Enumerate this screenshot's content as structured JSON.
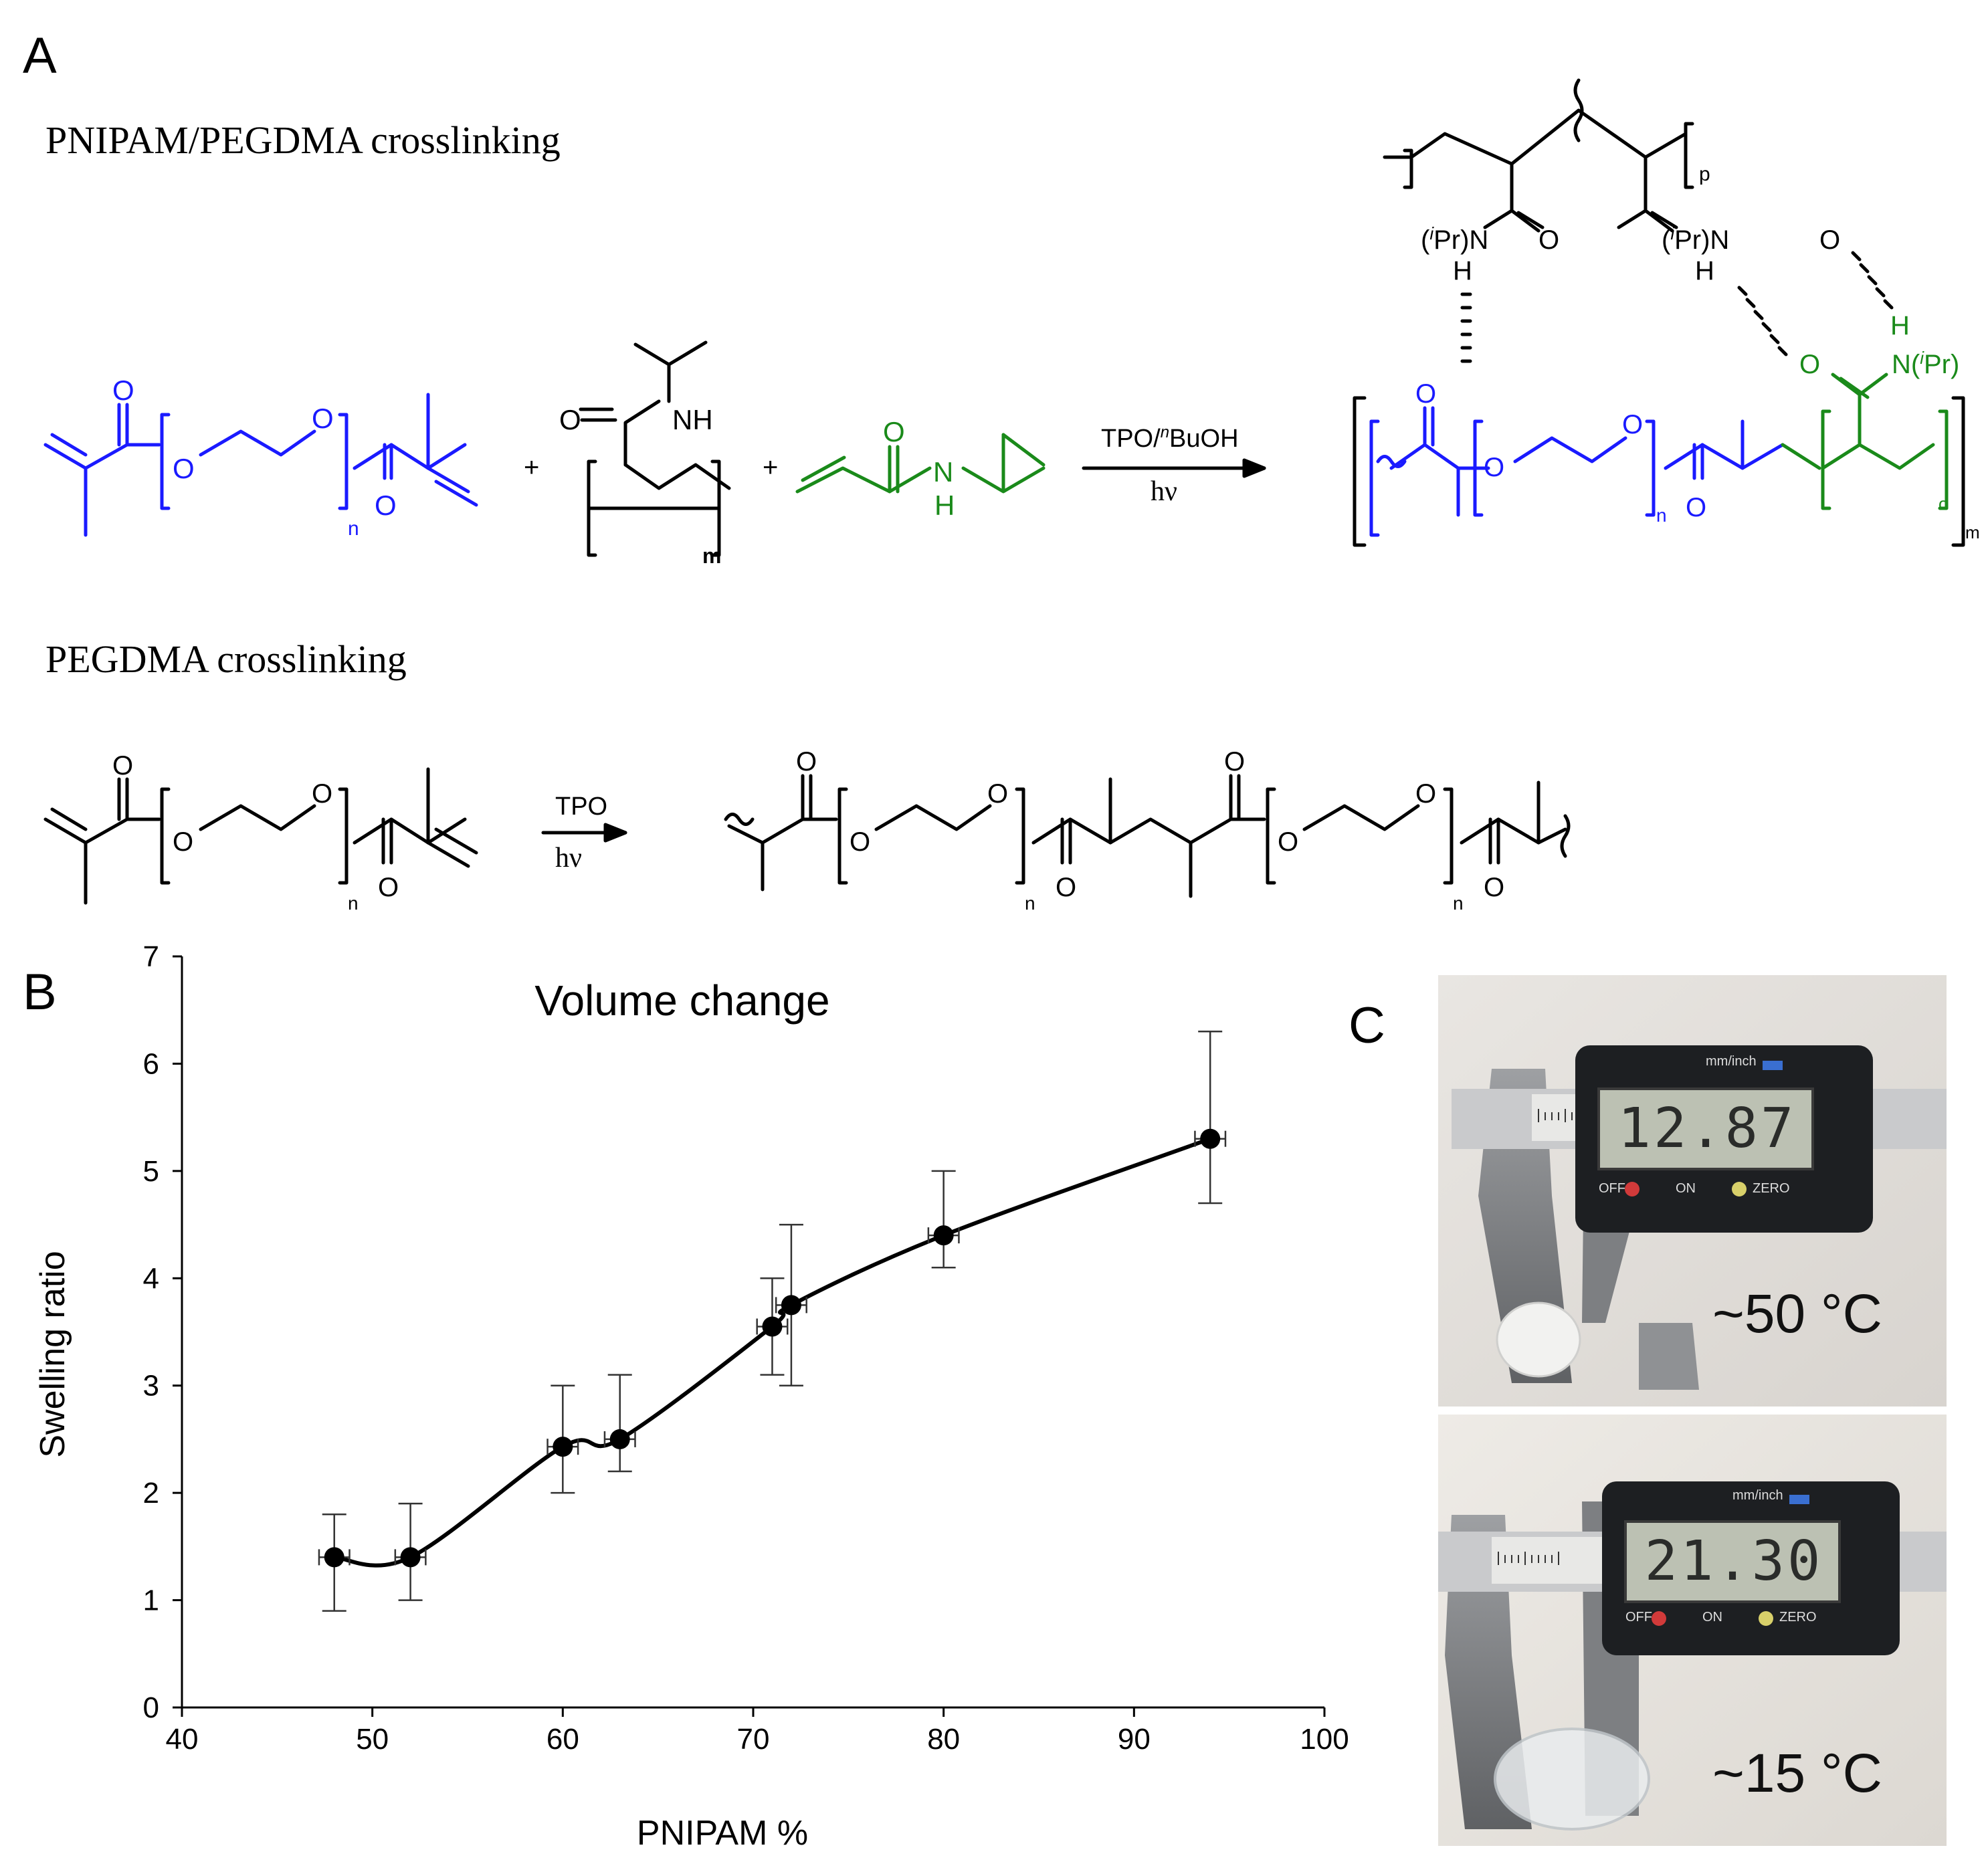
{
  "panels": {
    "a": "A",
    "b": "B",
    "c": "C"
  },
  "scheme": {
    "title1": "PNIPAM/PEGDMA crosslinking",
    "title2": "PEGDMA crosslinking",
    "arrow1_top_prefix": "TPO/",
    "arrow1_top_sup": "n",
    "arrow1_top_suffix": "BuOH",
    "arrow1_bottom": "hν",
    "arrow2_top": "TPO",
    "arrow2_bottom": "hν",
    "plus": "+",
    "atom_O": "O",
    "atom_NH": "NH",
    "atom_N": "N",
    "atom_H": "H",
    "sub_n": "n",
    "sub_m": "m",
    "sub_p": "p",
    "sub_o": "o",
    "iPrN_left": "(",
    "iPr_i": "i",
    "iPrN_right": "Pr)N",
    "NiPr_left": "N(",
    "NiPr_right": "Pr)",
    "colors": {
      "peg": "#1a1aff",
      "nipam": "#1a8a1a",
      "black": "#000000"
    }
  },
  "chart_data": {
    "type": "line",
    "title": "Volume change",
    "xlabel": "PNIPAM %",
    "ylabel": "Swelling ratio",
    "xlim": [
      40,
      100
    ],
    "ylim": [
      0,
      7
    ],
    "xticks": [
      40,
      50,
      60,
      70,
      80,
      90,
      100
    ],
    "yticks": [
      0,
      1,
      2,
      3,
      4,
      5,
      6,
      7
    ],
    "grid": false,
    "series": [
      {
        "x": [
          48,
          52,
          60,
          63,
          71,
          72,
          80,
          94
        ],
        "y": [
          1.4,
          1.4,
          2.43,
          2.5,
          3.55,
          3.75,
          4.4,
          5.3
        ],
        "y_err_low": [
          0.9,
          1.0,
          2.0,
          2.2,
          3.1,
          3.0,
          4.1,
          4.7
        ],
        "y_err_high": [
          1.8,
          1.9,
          3.0,
          3.1,
          4.0,
          4.5,
          5.0,
          6.3
        ],
        "x_err": [
          0.8,
          0.8,
          0.8,
          0.8,
          0.8,
          0.8,
          0.8,
          0.8
        ],
        "color": "#000000",
        "smooth": true
      }
    ]
  },
  "photos": {
    "top": {
      "temperature": "~50 °C",
      "reading": "12.87",
      "unit_label": "mm/inch",
      "off": "OFF",
      "on": "ON",
      "zero": "ZERO"
    },
    "bottom": {
      "temperature": "~15 °C",
      "reading": "21.30",
      "unit_label": "mm/inch",
      "off": "OFF",
      "on": "ON",
      "zero": "ZERO"
    }
  }
}
